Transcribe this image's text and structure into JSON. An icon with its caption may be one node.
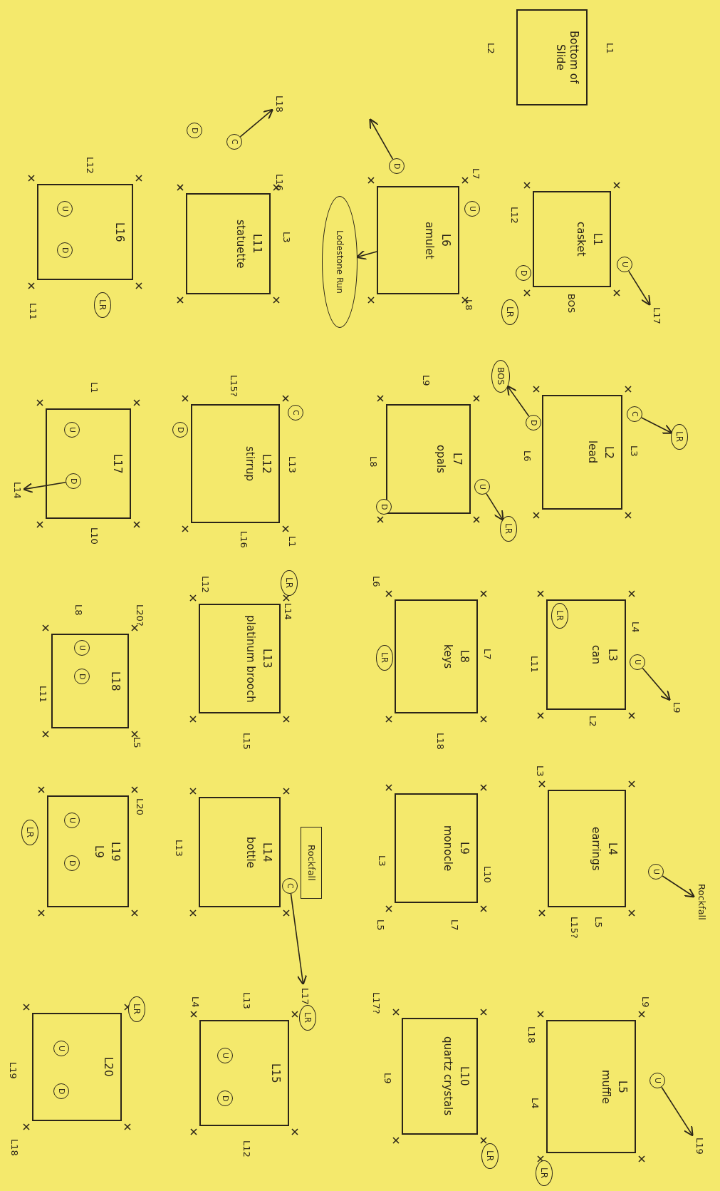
{
  "diagram": {
    "nodes": [
      {
        "text": [
          "Bottom of Slide"
        ],
        "beside": [
          "L1",
          "L2"
        ]
      },
      {
        "text": [
          "L1",
          "casket"
        ],
        "beside": [
          "L12",
          "BOS"
        ]
      },
      {
        "text": [
          "U"
        ]
      },
      {
        "text": [
          "L17"
        ]
      },
      {
        "text": [
          "D"
        ]
      },
      {
        "text": [
          "LR"
        ]
      },
      {
        "text": [
          "L6",
          "amulet"
        ],
        "beside": [
          "L7",
          "L8"
        ]
      },
      {
        "text": [
          "U"
        ]
      },
      {
        "text": [
          "D"
        ]
      },
      {
        "text": [
          "Lodestone Run"
        ]
      },
      {
        "text": [
          "L11",
          "statuette"
        ],
        "beside": [
          "L16",
          "L3"
        ]
      },
      {
        "text": [
          "C"
        ]
      },
      {
        "text": [
          "D"
        ]
      },
      {
        "text": [
          "L18"
        ]
      },
      {
        "text": [
          "L16"
        ],
        "beside": [
          "L12",
          "L11"
        ]
      },
      {
        "text": [
          "U"
        ],
        "in": 14
      },
      {
        "text": [
          "D"
        ],
        "in": 14
      },
      {
        "text": [
          "LR"
        ]
      },
      {
        "text": [
          "L2",
          "lead"
        ],
        "beside": [
          "L3",
          "L6"
        ]
      },
      {
        "text": [
          "C"
        ]
      },
      {
        "text": [
          "LR"
        ]
      },
      {
        "text": [
          "D"
        ]
      },
      {
        "text": [
          "BOS"
        ]
      },
      {
        "text": [
          "L7",
          "opals"
        ],
        "beside": [
          "L9",
          "L8"
        ]
      },
      {
        "text": [
          "U"
        ]
      },
      {
        "text": [
          "LR"
        ]
      },
      {
        "text": [
          "D"
        ]
      },
      {
        "text": [
          "L12",
          "stirrup"
        ],
        "beside": [
          "L15?",
          "L13",
          "L16",
          "L1"
        ]
      },
      {
        "text": [
          "D"
        ]
      },
      {
        "text": [
          "C"
        ]
      },
      {
        "text": [
          "L17"
        ],
        "beside": [
          "L1",
          "L10"
        ]
      },
      {
        "text": [
          "U"
        ],
        "in": 30
      },
      {
        "text": [
          "D"
        ],
        "in": 30
      },
      {
        "text": [
          "L14"
        ]
      },
      {
        "text": [
          "L3",
          "can"
        ],
        "beside": [
          "L4",
          "L11",
          "L2"
        ]
      },
      {
        "text": [
          "LR"
        ],
        "in": 34
      },
      {
        "text": [
          "U"
        ]
      },
      {
        "text": [
          "L9"
        ]
      },
      {
        "text": [
          "L8",
          "keys"
        ],
        "beside": [
          "L6",
          "L7",
          "L18"
        ]
      },
      {
        "text": [
          "LR"
        ]
      },
      {
        "text": [
          "L13",
          "platinum brooch"
        ],
        "beside": [
          "L12",
          "L14",
          "L15"
        ]
      },
      {
        "text": [
          "LR"
        ]
      },
      {
        "text": [
          "L18"
        ],
        "beside": [
          "L8",
          "L20?",
          "L11",
          "L5"
        ]
      },
      {
        "text": [
          "U"
        ],
        "in": 42
      },
      {
        "text": [
          "D"
        ],
        "in": 42
      },
      {
        "text": [
          "L4",
          "earrings"
        ],
        "beside": [
          "L3",
          "L5",
          "L15?"
        ]
      },
      {
        "text": [
          "U"
        ]
      },
      {
        "text": [
          "Rockfall"
        ]
      },
      {
        "text": [
          "L9",
          "monocle"
        ],
        "beside": [
          "L10",
          "L3",
          "L5",
          "L7"
        ]
      },
      {
        "text": [
          "L14",
          "bottle"
        ],
        "beside": [
          "L13"
        ]
      },
      {
        "text": [
          "Rockfall"
        ]
      },
      {
        "text": [
          "C"
        ]
      },
      {
        "text": [
          "L17"
        ]
      },
      {
        "text": [
          "L19",
          "L9"
        ],
        "beside": [
          "L20"
        ]
      },
      {
        "text": [
          "LR"
        ]
      },
      {
        "text": [
          "U"
        ],
        "in": 53
      },
      {
        "text": [
          "D"
        ],
        "in": 53
      },
      {
        "text": [
          "L5",
          "muffle"
        ],
        "beside": [
          "L9",
          "L18",
          "L4"
        ]
      },
      {
        "text": [
          "U"
        ]
      },
      {
        "text": [
          "L19"
        ]
      },
      {
        "text": [
          "LR"
        ]
      },
      {
        "text": [
          "L10",
          "quartz crystals"
        ],
        "beside": [
          "L17?",
          "L9"
        ]
      },
      {
        "text": [
          "LR"
        ]
      },
      {
        "text": [
          "L15"
        ],
        "beside": [
          "L13",
          "L4",
          "L12"
        ]
      },
      {
        "text": [
          "LR"
        ]
      },
      {
        "text": [
          "U"
        ],
        "in": 63
      },
      {
        "text": [
          "D"
        ],
        "in": 63
      },
      {
        "text": [
          "L20"
        ],
        "beside": [
          "L19",
          "L18"
        ]
      },
      {
        "text": [
          "LR"
        ]
      },
      {
        "text": [
          "U"
        ],
        "in": 67
      },
      {
        "text": [
          "D"
        ],
        "in": 67
      }
    ],
    "edges": [
      {
        "from": 2,
        "to": 3,
        "arrow": "to"
      },
      {
        "from": 6,
        "to": 9,
        "arrow": "to"
      },
      {
        "from": 8,
        "to": null,
        "arrow": "to"
      },
      {
        "from": 11,
        "to": 13,
        "arrow": "to"
      },
      {
        "from": 19,
        "to": 20,
        "arrow": "to"
      },
      {
        "from": 21,
        "to": 22,
        "arrow": "to"
      },
      {
        "from": 24,
        "to": 25,
        "arrow": "to"
      },
      {
        "from": 32,
        "to": 33,
        "arrow": "to"
      },
      {
        "from": 36,
        "to": 37,
        "arrow": "to"
      },
      {
        "from": 46,
        "to": 47,
        "arrow": "to"
      },
      {
        "from": 51,
        "to": 52,
        "arrow": "to"
      },
      {
        "from": 58,
        "to": 59,
        "arrow": "to"
      }
    ]
  }
}
